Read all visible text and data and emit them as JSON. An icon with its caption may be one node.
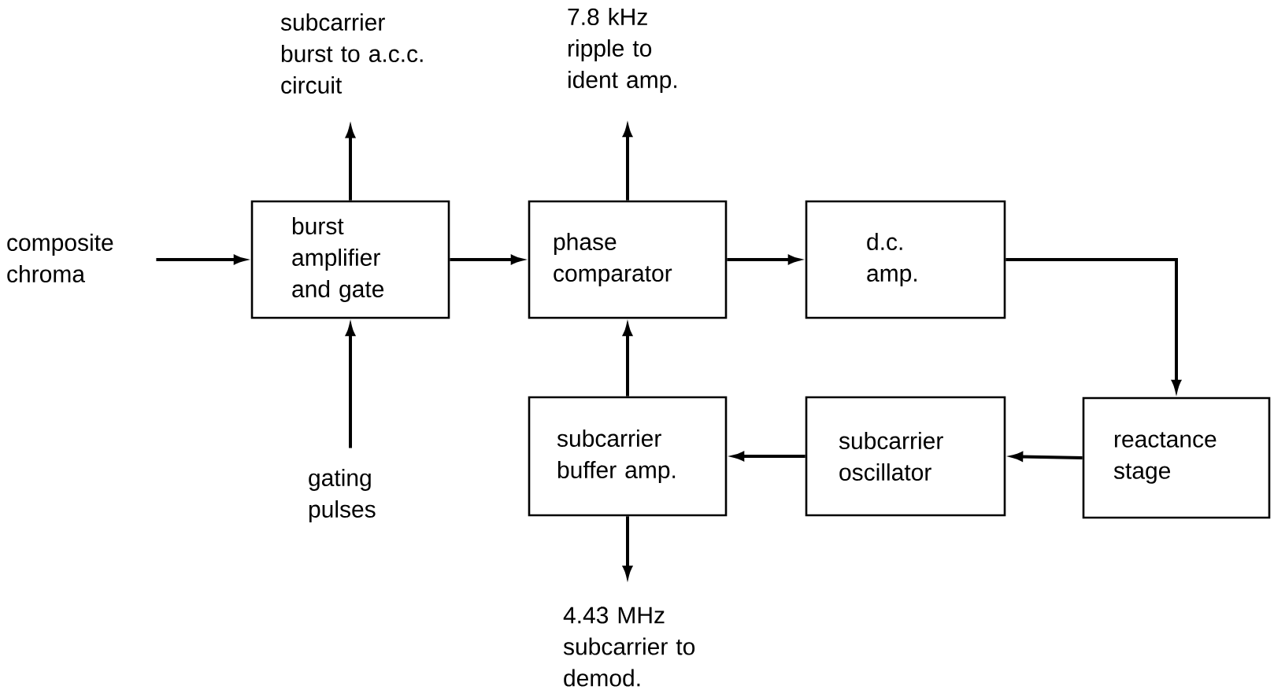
{
  "diagram": {
    "nodes": [
      {
        "text": [
          "subcarrier burst to a.c.c. circuit"
        ]
      },
      {
        "text": [
          "7.8 kHz ripple to ident amp."
        ]
      },
      {
        "text": [
          "composite chroma"
        ]
      },
      {
        "text": [
          "burst amplifier and gate"
        ]
      },
      {
        "text": [
          "phase comparator"
        ]
      },
      {
        "text": [
          "d.c. amp."
        ]
      },
      {
        "text": [
          "gating pulses"
        ]
      },
      {
        "text": [
          "subcarrier buffer amp."
        ]
      },
      {
        "text": [
          "subcarrier oscillator"
        ]
      },
      {
        "text": [
          "reactance stage"
        ]
      },
      {
        "text": [
          "4.43 MHz subcarrier to demod."
        ]
      }
    ],
    "edges": [
      {
        "from": 2,
        "to": 3,
        "arrow": "to"
      },
      {
        "from": 3,
        "to": 0,
        "arrow": "to"
      },
      {
        "from": 6,
        "to": 3,
        "arrow": "to"
      },
      {
        "from": 3,
        "to": 4,
        "arrow": "to"
      },
      {
        "from": 4,
        "to": 1,
        "arrow": "to"
      },
      {
        "from": 4,
        "to": 5,
        "arrow": "to"
      },
      {
        "from": 5,
        "to": 9,
        "arrow": "to"
      },
      {
        "from": 9,
        "to": 8,
        "arrow": "to"
      },
      {
        "from": 8,
        "to": 7,
        "arrow": "to"
      },
      {
        "from": 7,
        "to": 4,
        "arrow": "to"
      },
      {
        "from": 7,
        "to": 10,
        "arrow": "to"
      }
    ]
  }
}
